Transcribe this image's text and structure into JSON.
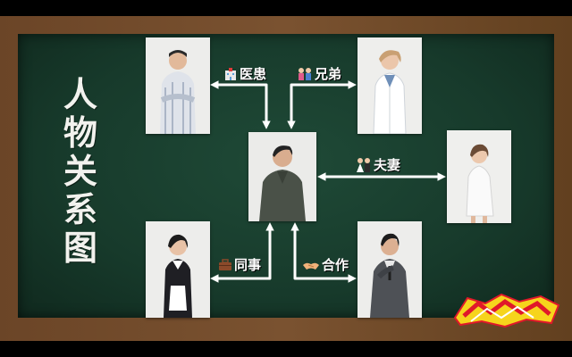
{
  "title": "人物关系图",
  "title_chars": [
    "人",
    "物",
    "关",
    "系",
    "图"
  ],
  "relations": {
    "doctor_patient": "医患",
    "brothers": "兄弟",
    "spouse": "夫妻",
    "colleagues": "同事",
    "partners": "合作"
  },
  "icons": {
    "doctor_patient": "hospital-icon",
    "brothers": "two-kids-icon",
    "spouse": "bride-groom-icon",
    "colleagues": "briefcase-icon",
    "partners": "handshake-icon"
  },
  "colors": {
    "board": "#173a2b",
    "frame": "#6e4a2a",
    "arrow": "#ffffff",
    "text": "#ffffff"
  }
}
